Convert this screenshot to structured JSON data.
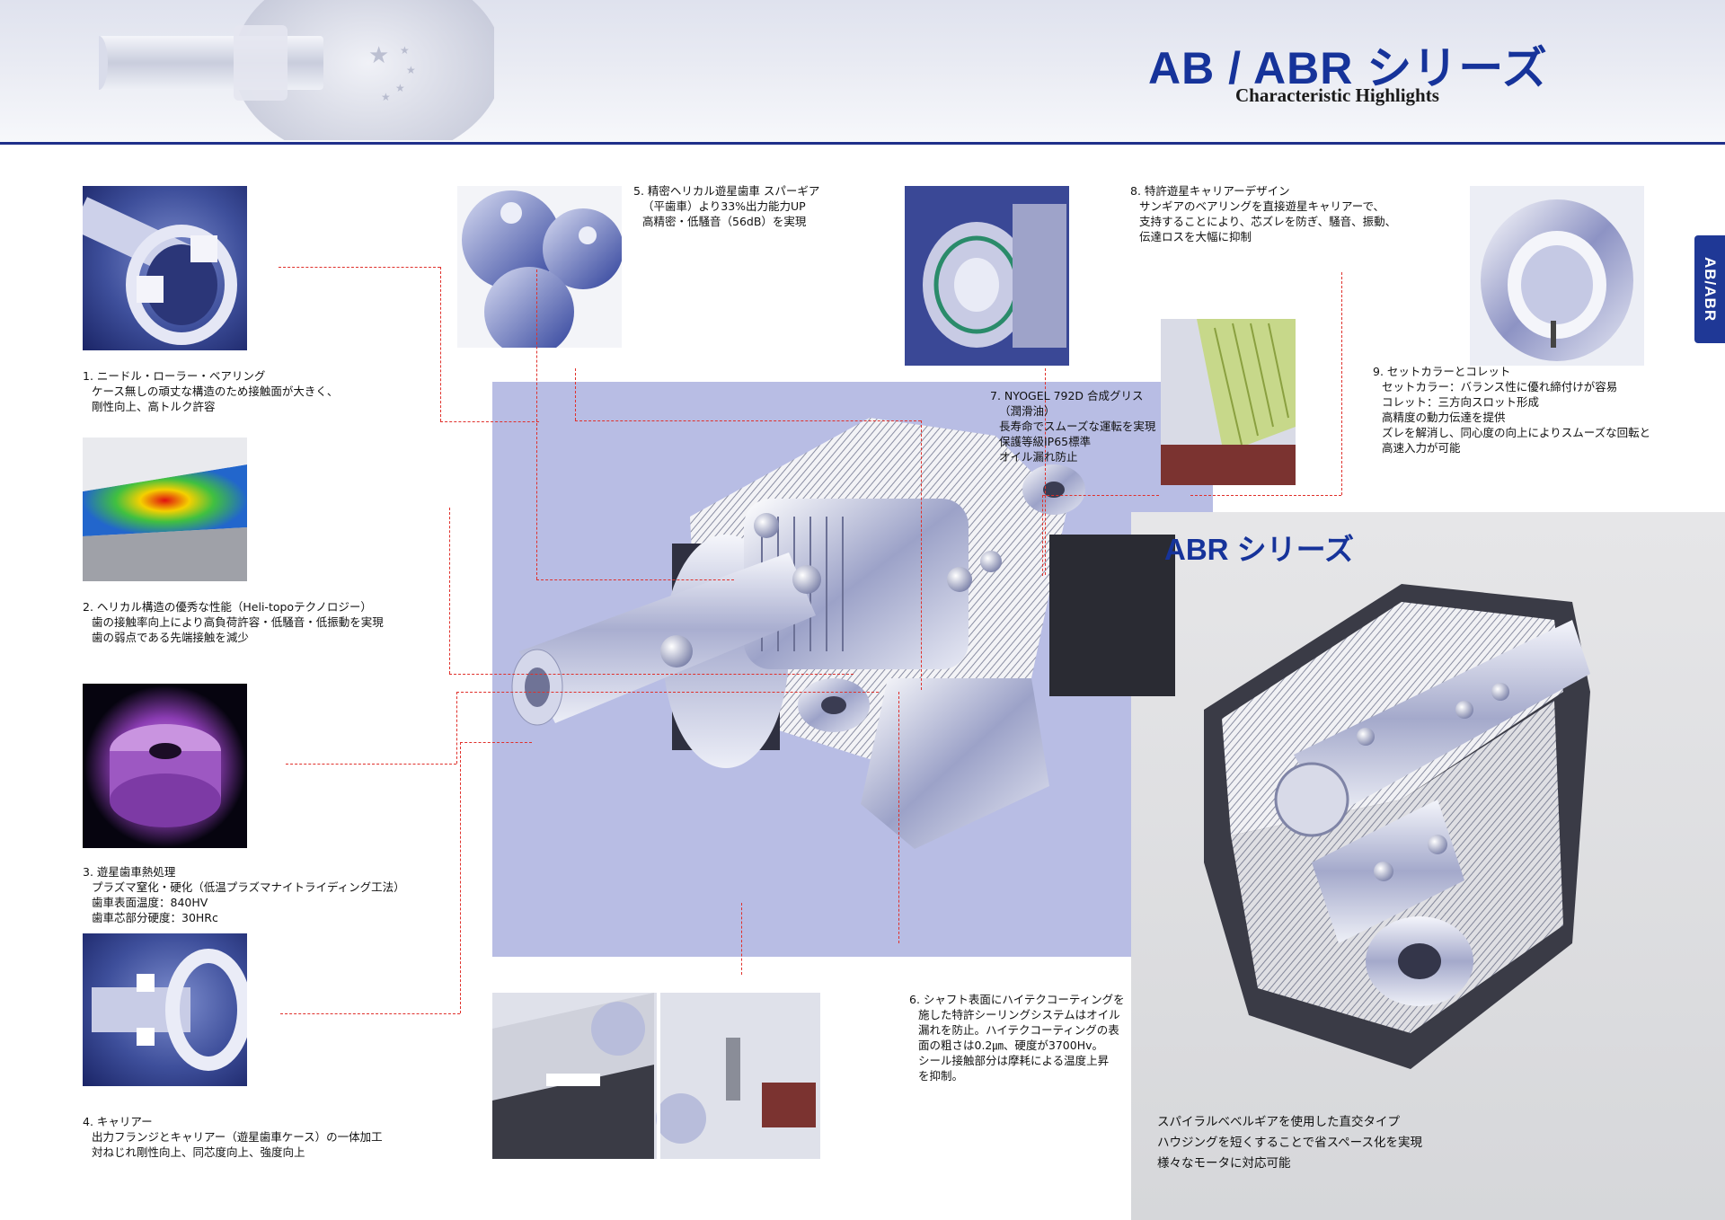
{
  "header": {
    "title": "AB / ABR シリーズ",
    "subtitle": "Characteristic Highlights"
  },
  "side_tab": {
    "label": "AB/ABR"
  },
  "features": [
    {
      "id": "f1",
      "heading": "1. ニードル・ローラー・ベアリング",
      "lines": [
        "ケース無しの頑丈な構造のため接触面が大きく、",
        "剛性向上、高トルク許容"
      ]
    },
    {
      "id": "f2",
      "heading": "2. ヘリカル構造の優秀な性能（Heli-topoテクノロジー）",
      "lines": [
        "歯の接触率向上により高負荷許容・低騒音・低振動を実現",
        "歯の弱点である先端接触を減少"
      ]
    },
    {
      "id": "f3",
      "heading": "3. 遊星歯車熱処理",
      "lines": [
        "プラズマ窒化・硬化（低温プラズマナイトライディング工法）",
        "歯車表面温度：840HV",
        "歯車芯部分硬度：30HRc"
      ]
    },
    {
      "id": "f4",
      "heading": "4. キャリアー",
      "lines": [
        "出力フランジとキャリアー（遊星歯車ケース）の一体加工",
        "対ねじれ剛性向上、同芯度向上、強度向上"
      ]
    },
    {
      "id": "f5",
      "heading": "5. 精密ヘリカル遊星歯車 スパーギア",
      "lines": [
        "（平歯車）より33%出力能力UP",
        "高精密・低騒音（56dB）を実現"
      ]
    },
    {
      "id": "f6",
      "heading": "6. シャフト表面にハイテクコーティングを",
      "lines": [
        "施した特許シーリングシステムはオイル",
        "漏れを防止。ハイテクコーティングの表",
        "面の粗さは0.2㎛、硬度が3700Hv。",
        "シール接触部分は摩耗による温度上昇",
        "を抑制。"
      ]
    },
    {
      "id": "f7",
      "heading": "7. NYOGEL 792D 合成グリス",
      "lines": [
        "（潤滑油）",
        "長寿命でスムーズな運転を実現",
        "保護等級IP65標準",
        "オイル漏れ防止"
      ]
    },
    {
      "id": "f8",
      "heading": "8. 特許遊星キャリアーデザイン",
      "lines": [
        "サンギアのベアリングを直接遊星キャリアーで、",
        "支持することにより、芯ズレを防ぎ、騒音、振動、",
        "伝達ロスを大幅に抑制"
      ]
    },
    {
      "id": "f9",
      "heading": "9. セットカラーとコレット",
      "lines": [
        "セットカラー：バランス性に優れ締付けが容易",
        "コレット：三方向スロット形成",
        "高精度の動力伝達を提供",
        "ズレを解消し、同心度の向上によりスムーズな回転と",
        "高速入力が可能"
      ]
    }
  ],
  "abr": {
    "title": "ABR シリーズ",
    "lines": [
      "スパイラルベベルギアを使用した直交タイプ",
      "ハウジングを短くすることで省スペース化を実現",
      "様々なモータに対応可能"
    ]
  },
  "colors": {
    "accent": "#16339a",
    "connector": "#e0302b",
    "center_bg": "#b8bde4"
  }
}
